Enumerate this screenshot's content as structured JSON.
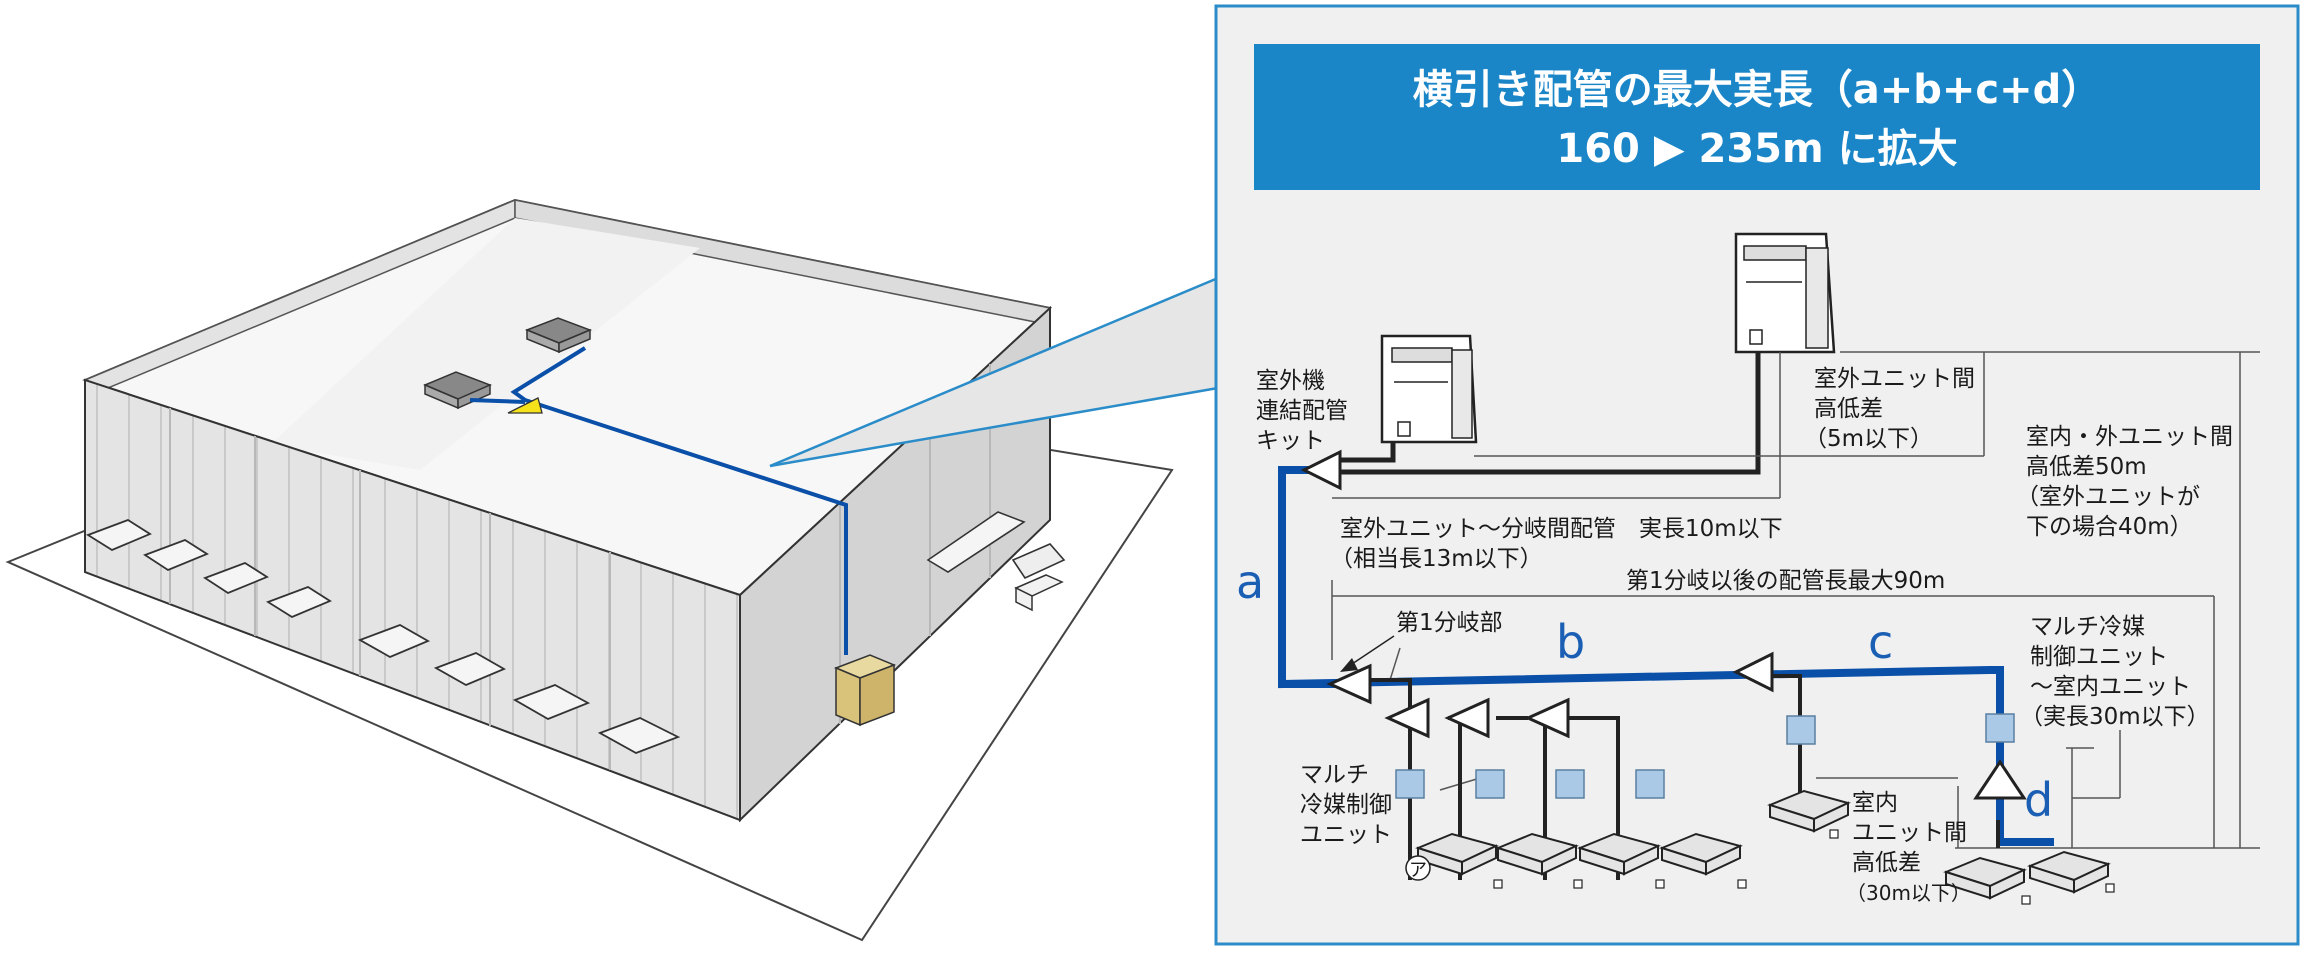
{
  "header": {
    "line1": "横引き配管の最大実長（a+b+c+d）",
    "line2": "160 ▶ 235m に拡大"
  },
  "labels": {
    "outdoor_kit_1": "室外機",
    "outdoor_kit_2": "連結配管",
    "outdoor_kit_3": "キット",
    "outdoor_gap_1": "室外ユニット間",
    "outdoor_gap_2": "高低差",
    "outdoor_gap_3": "（5m以下）",
    "io_gap_1": "室内・外ユニット間",
    "io_gap_2": "高低差50m",
    "io_gap_3": "（室外ユニットが",
    "io_gap_4": "下の場合40m）",
    "pipe_outdoor_1": "室外ユニット～分岐間配管　実長10m以下",
    "pipe_outdoor_2": "（相当長13m以下）",
    "after_branch": "第1分岐以後の配管長最大90m",
    "first_branch": "第1分岐部",
    "multi_ctrl_1": "マルチ冷媒",
    "multi_ctrl_2": "制御ユニット",
    "multi_ctrl_3": "～室内ユニット",
    "multi_ctrl_4": "（実長30m以下）",
    "multi_unit_1": "マルチ",
    "multi_unit_2": "冷媒制御",
    "multi_unit_3": "ユニット",
    "indoor_gap_1": "室内",
    "indoor_gap_2": "ユニット間",
    "indoor_gap_3": "高低差",
    "indoor_gap_4": "（30m以下）",
    "marker": "ア"
  },
  "segments": {
    "a": "a",
    "b": "b",
    "c": "c",
    "d": "d"
  },
  "colors": {
    "pipe": "#0a4fa8",
    "header_bg": "#1a86c8",
    "panel_border": "#2a8cc8",
    "panel_bg": "#f0f0f0",
    "ctrl_box": "#a9c9e6",
    "yellow": "#f5e21a"
  }
}
